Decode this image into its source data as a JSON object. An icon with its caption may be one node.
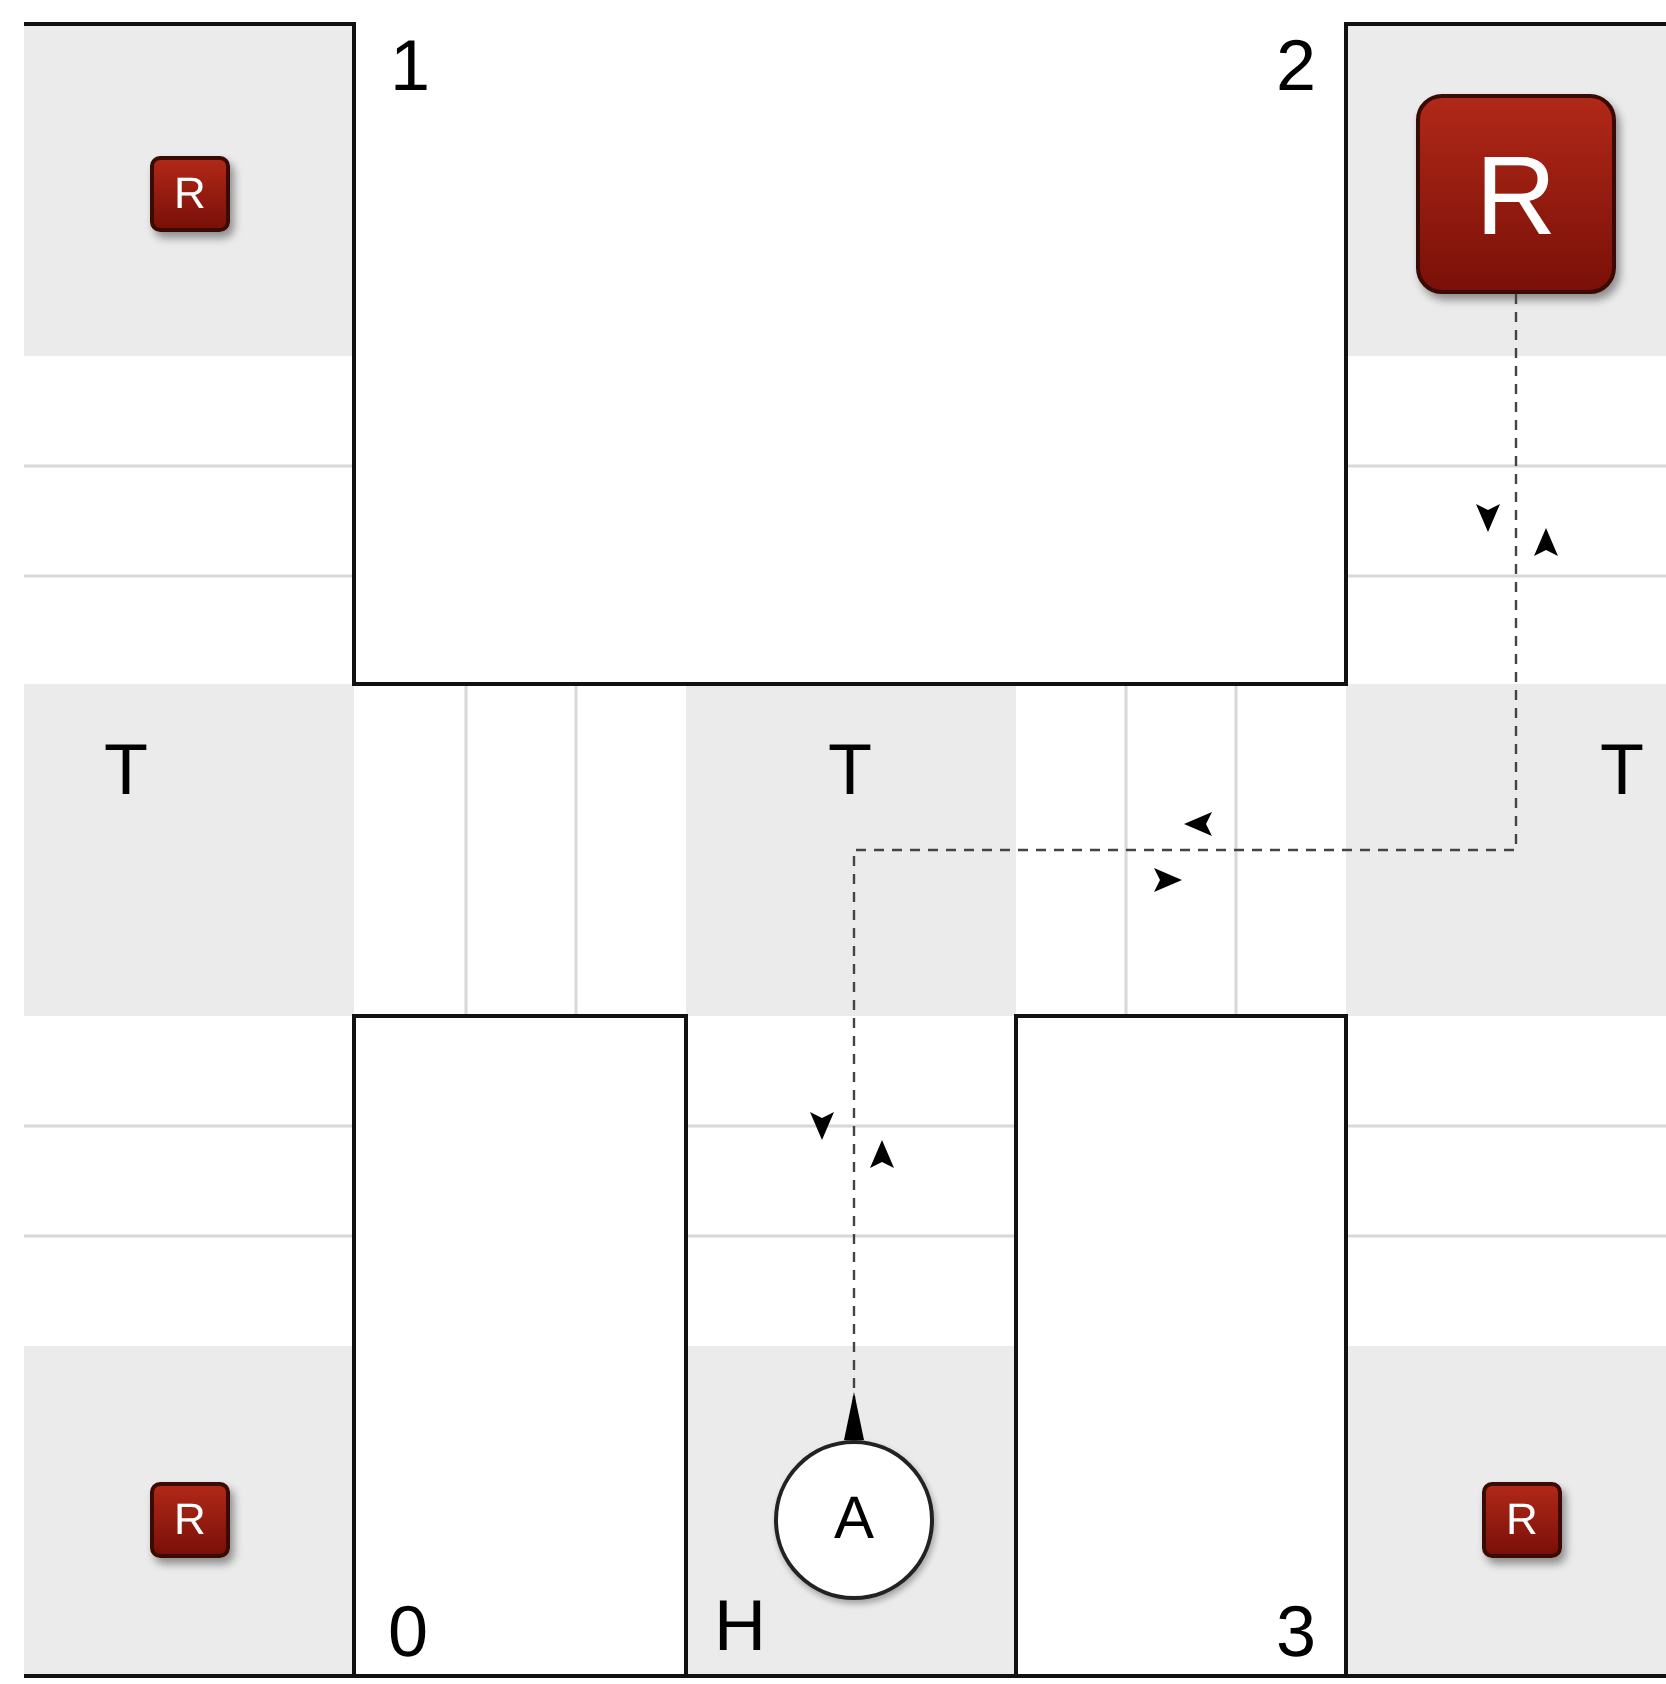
{
  "diagram": {
    "nodes": [
      {
        "text": [
          "R"
        ]
      },
      {
        "text": [
          "R"
        ]
      },
      {
        "text": [
          "R"
        ]
      },
      {
        "text": [
          "A"
        ]
      },
      {
        "text": [
          "R"
        ]
      }
    ],
    "edges": [
      {
        "from": 3,
        "to": 1,
        "arrow": "to",
        "style": "dashed"
      }
    ],
    "labels": [
      "1",
      "2",
      "T",
      "T",
      "T",
      "0",
      "H",
      "3"
    ]
  }
}
